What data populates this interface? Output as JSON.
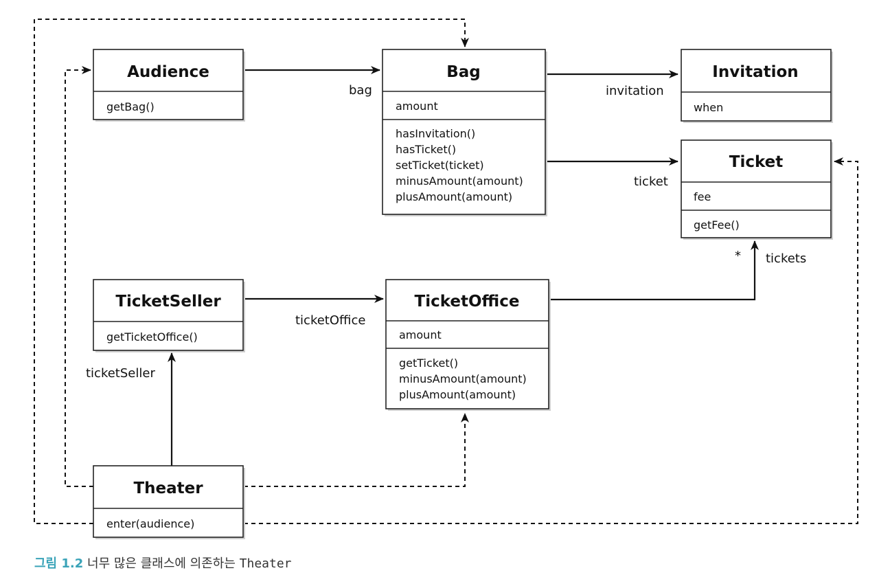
{
  "classes": {
    "audience": {
      "name": "Audience",
      "methods": [
        "getBag()"
      ]
    },
    "bag": {
      "name": "Bag",
      "attributes": [
        "amount"
      ],
      "methods": [
        "hasInvitation()",
        "hasTicket()",
        "setTicket(ticket)",
        "minusAmount(amount)",
        "plusAmount(amount)"
      ]
    },
    "invitation": {
      "name": "Invitation",
      "attributes": [
        "when"
      ]
    },
    "ticket": {
      "name": "Ticket",
      "attributes": [
        "fee"
      ],
      "methods": [
        "getFee()"
      ]
    },
    "ticketSeller": {
      "name": "TicketSeller",
      "methods": [
        "getTicketOffice()"
      ]
    },
    "ticketOffice": {
      "name": "TicketOffice",
      "attributes": [
        "amount"
      ],
      "methods": [
        "getTicket()",
        "minusAmount(amount)",
        "plusAmount(amount)"
      ]
    },
    "theater": {
      "name": "Theater",
      "methods": [
        "enter(audience)"
      ]
    }
  },
  "roles": {
    "bag": "bag",
    "invitation": "invitation",
    "ticket": "ticket",
    "tickets": "tickets",
    "multiplicity": "*",
    "ticketOffice": "ticketOffice",
    "ticketSeller": "ticketSeller"
  },
  "caption": {
    "label": "그림 1.2",
    "text": "너무 많은 클래스에 의존하는",
    "code": "Theater"
  }
}
